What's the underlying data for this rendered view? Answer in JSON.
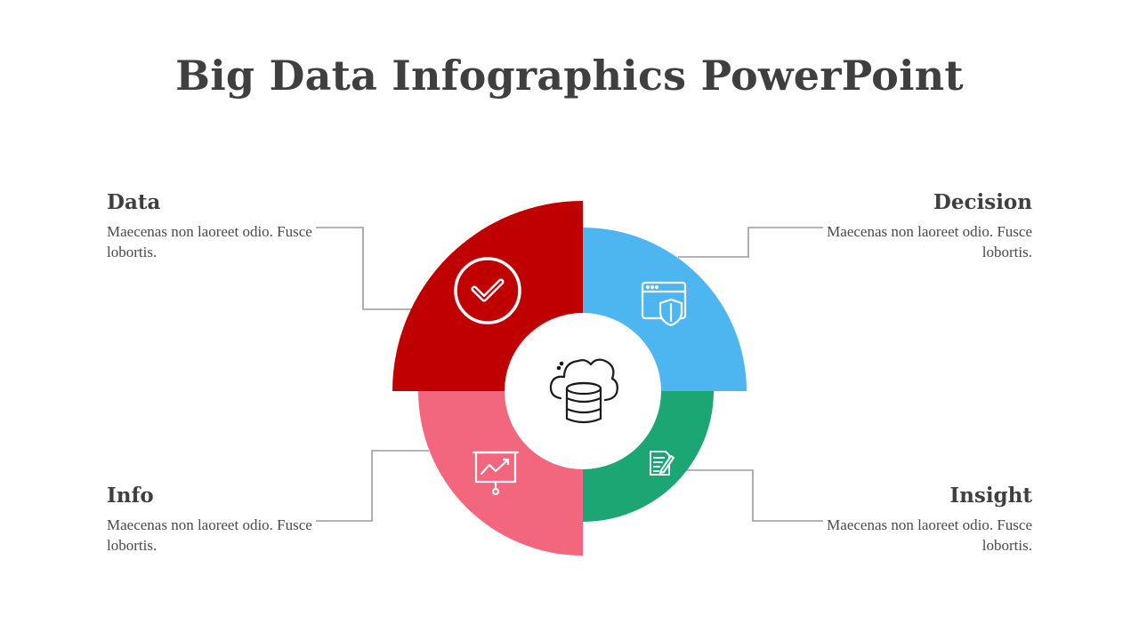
{
  "title": "Big Data Infographics PowerPoint",
  "items": [
    {
      "heading": "Data",
      "text": "Maecenas non laoreet odio. Fusce lobortis.",
      "color": "#C00000",
      "icon": "check-circle-icon"
    },
    {
      "heading": "Decision",
      "text": "Maecenas non laoreet odio. Fusce lobortis.",
      "color": "#4DB6F1",
      "icon": "browser-shield-icon"
    },
    {
      "heading": "Info",
      "text": "Maecenas non laoreet odio. Fusce lobortis.",
      "color": "#F2667E",
      "icon": "presentation-chart-icon"
    },
    {
      "heading": "Insight",
      "text": "Maecenas non laoreet odio. Fusce lobortis.",
      "color": "#1BA673",
      "icon": "document-pen-icon"
    }
  ],
  "center_icon": "cloud-database-icon"
}
